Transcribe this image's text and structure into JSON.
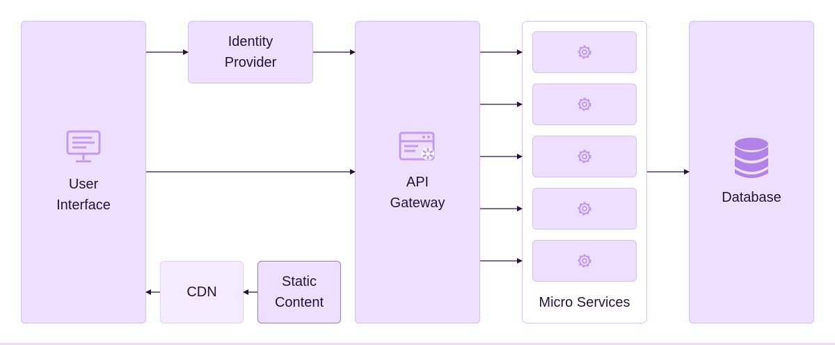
{
  "nodes": {
    "user_interface": {
      "label": "User\nInterface",
      "icon": "monitor-icon"
    },
    "identity_provider": {
      "label": "Identity\nProvider"
    },
    "api_gateway": {
      "label": "API\nGateway",
      "icon": "browser-settings-icon"
    },
    "micro_services": {
      "label": "Micro Services",
      "service_icon": "gear-icon",
      "service_count": 5
    },
    "database": {
      "label": "Database",
      "icon": "database-icon"
    },
    "cdn": {
      "label": "CDN"
    },
    "static_content": {
      "label": "Static\nContent"
    }
  },
  "colors": {
    "box_fill": "#eddffd",
    "box_border": "#d8c0f4",
    "icon": "#c39af0",
    "arrow": "#2a1240"
  }
}
